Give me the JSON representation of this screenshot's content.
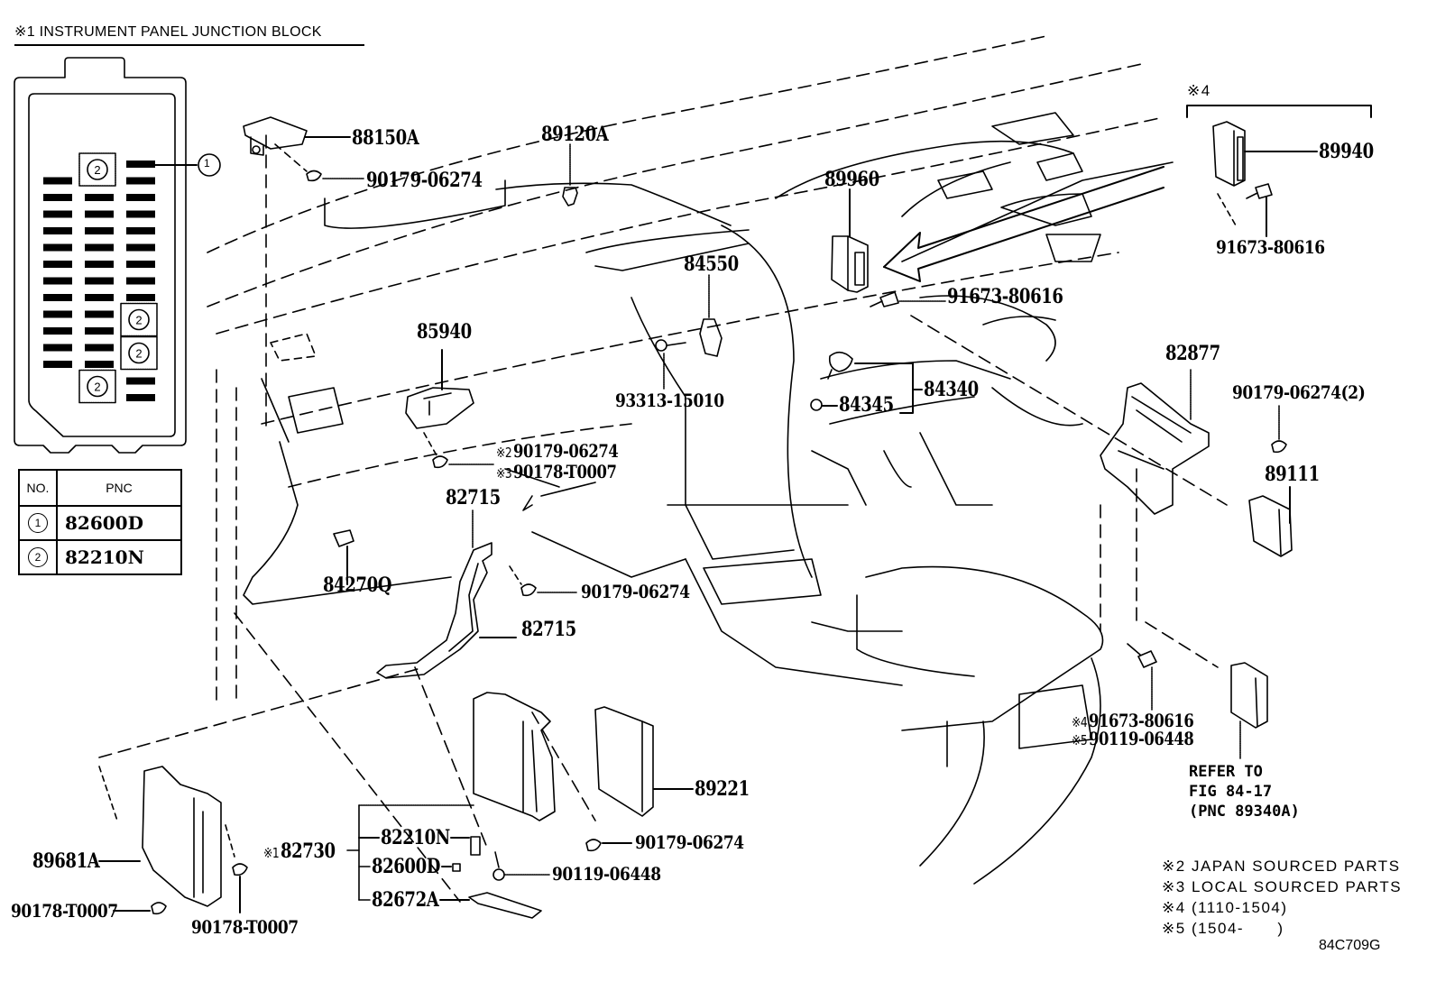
{
  "title": "※1 INSTRUMENT PANEL JUNCTION BLOCK",
  "figure_code": "84C709G",
  "junction_block": {
    "callout_number": "1",
    "slot_marker_number": "2",
    "pnc_table": {
      "headers": [
        "NO.",
        "PNC"
      ],
      "rows": [
        {
          "no": "1",
          "pnc": "82600D"
        },
        {
          "no": "2",
          "pnc": "82210N"
        }
      ]
    }
  },
  "group_header_mark": "※4",
  "part_labels": {
    "p88150A": "88150A",
    "p90179_06274_a": "90179-06274",
    "p89120A": "89120A",
    "p89960": "89960",
    "p91673_80616_a": "91673-80616",
    "p89940": "89940",
    "p91673_80616_b": "91673-80616",
    "p84550": "84550",
    "p85940": "85940",
    "p93313_15010": "93313-15010",
    "p84340": "84340",
    "p84345": "84345",
    "p82877": "82877",
    "p90179_06274_2": "90179-06274(2)",
    "p89111": "89111",
    "p90179_06274_jp": {
      "mark": "※2",
      "pn": "90179-06274"
    },
    "p90178_T0007_local": {
      "mark": "※3",
      "pn": "90178-T0007"
    },
    "p82715_a": "82715",
    "p84270Q": "84270Q",
    "p90179_06274_b": "90179-06274",
    "p82715_b": "82715",
    "p89221": "89221",
    "p90179_06274_c": "90179-06274",
    "p82730": {
      "mark": "※1",
      "pn": "82730"
    },
    "p82210N": "82210N",
    "p82600D": "82600D",
    "p82672A": "82672A",
    "p90119_06448": "90119-06448",
    "p89681A": "89681A",
    "p90178_T0007_a": "90178-T0007",
    "p90178_T0007_b": "90178-T0007",
    "p91673_80616_c": {
      "mark": "※4",
      "pn": "91673-80616"
    },
    "p90119_06448_b": {
      "mark": "※5",
      "pn": "90119-06448"
    }
  },
  "refer_note": "REFER TO\nFIG 84-17\n(PNC 89340A)",
  "legend": [
    {
      "mark": "※2",
      "text": "JAPAN SOURCED PARTS"
    },
    {
      "mark": "※3",
      "text": "LOCAL SOURCED PARTS"
    },
    {
      "mark": "※4",
      "text": "(1110-1504)"
    },
    {
      "mark": "※5",
      "text": "(1504-      )"
    }
  ]
}
